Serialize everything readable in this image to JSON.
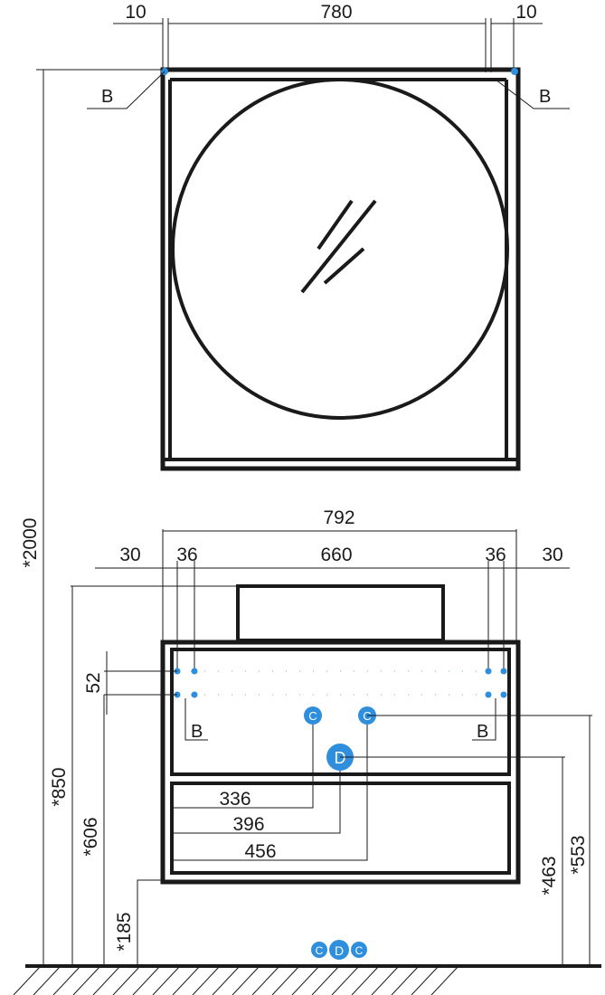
{
  "colors": {
    "line": "#1a1a1a",
    "accent": "#2f8fdd",
    "background": "#ffffff"
  },
  "mirror": {
    "dims": {
      "left_gap": "10",
      "width": "780",
      "right_gap": "10"
    },
    "mount_left": "B",
    "mount_right": "B"
  },
  "cabinet": {
    "dims": {
      "total_width": "792",
      "side_left": "30",
      "inner_left": "36",
      "span": "660",
      "inner_right": "36",
      "side_right": "30",
      "rail_gap": "52",
      "c_left_from_edge": "336",
      "d_from_edge": "396",
      "c_right_from_edge": "456"
    },
    "mount_left": "B",
    "mount_right": "B",
    "connector_c": "C",
    "connector_d": "D"
  },
  "heights": {
    "total": "*2000",
    "top": "*850",
    "mount": "*606",
    "bottom": "*185",
    "drain": "*463",
    "supply": "*553"
  },
  "floor_legend": {
    "c_left": "C",
    "d": "D",
    "c_right": "C"
  }
}
